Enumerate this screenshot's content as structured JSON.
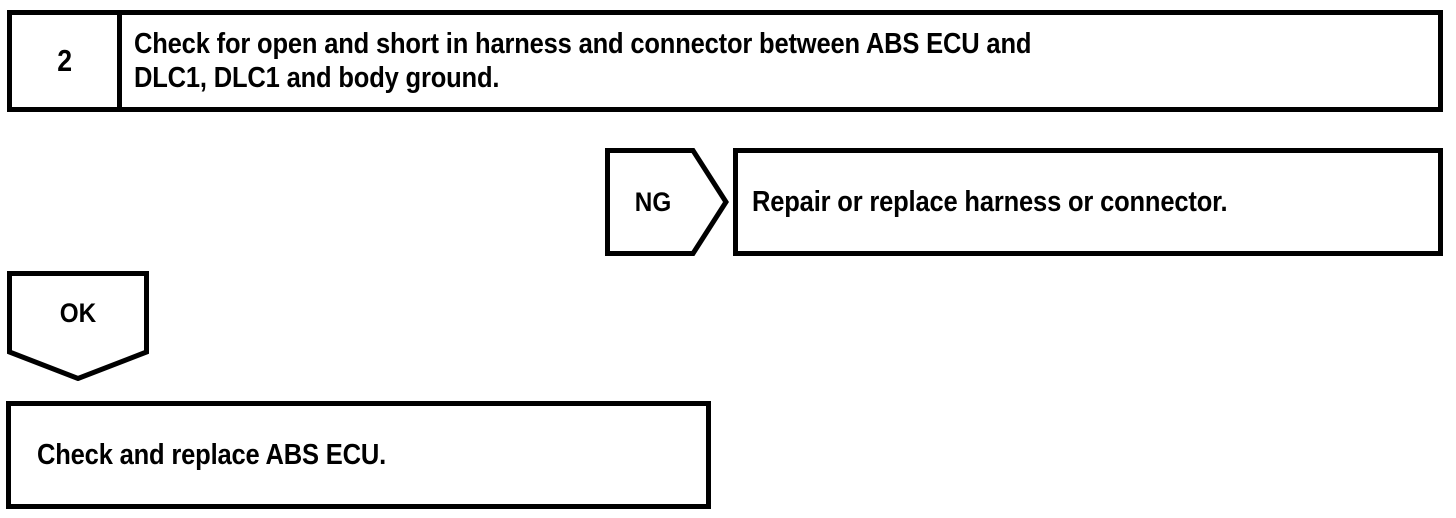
{
  "diagram": {
    "type": "troubleshooting-flowchart",
    "line_color": "#000000",
    "background_color": "#ffffff",
    "step": {
      "number": "2",
      "instruction": "Check for open and short in harness and connector between ABS ECU and\nDLC1, DLC1 and body ground."
    },
    "branches": {
      "ng": {
        "label": "NG",
        "result": "Repair or replace harness or connector."
      },
      "ok": {
        "label": "OK",
        "result": "Check and replace ABS ECU."
      }
    }
  }
}
